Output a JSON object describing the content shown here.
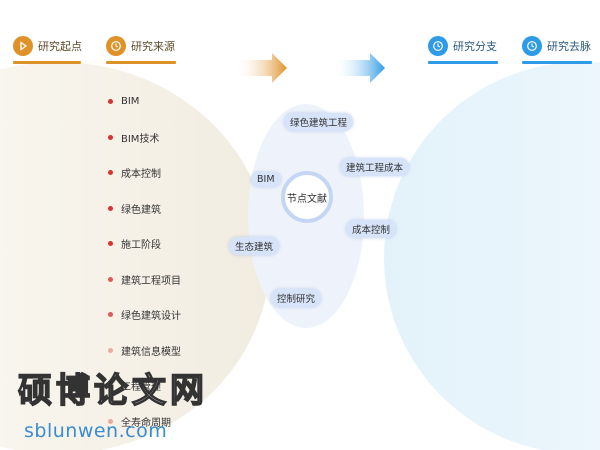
{
  "colors": {
    "orange": "#e0922a",
    "blue": "#2e9be6",
    "pill_bg": "#d6e3f8",
    "left_blob": "#f4efe3",
    "right_blob": "#e6f4fb",
    "dot_strong": "#d9322f",
    "dot_mid": "#e05a55",
    "dot_light": "#eda8a0"
  },
  "headers": {
    "origin": {
      "label": "研究起点",
      "icon": "play-triangle-icon"
    },
    "source": {
      "label": "研究来源",
      "icon": "clock-icon"
    },
    "branch": {
      "label": "研究分支",
      "icon": "clock-icon"
    },
    "lineage": {
      "label": "研究去脉",
      "icon": "clock-icon"
    }
  },
  "sources": [
    {
      "label": "BIM",
      "shade": "strong"
    },
    {
      "label": "BIM技术",
      "shade": "strong"
    },
    {
      "label": "成本控制",
      "shade": "strong"
    },
    {
      "label": "绿色建筑",
      "shade": "strong"
    },
    {
      "label": "施工阶段",
      "shade": "strong"
    },
    {
      "label": "建筑工程项目",
      "shade": "mid"
    },
    {
      "label": "绿色建筑设计",
      "shade": "mid"
    },
    {
      "label": "建筑信息模型",
      "shade": "light"
    },
    {
      "label": "工程管理",
      "shade": "light"
    },
    {
      "label": "全寿命周期",
      "shade": "light"
    }
  ],
  "network": {
    "center": "节点文献",
    "nodes": [
      {
        "id": "green-eng",
        "label": "绿色建筑工程"
      },
      {
        "id": "eng-cost",
        "label": "建筑工程成本"
      },
      {
        "id": "bim",
        "label": "BIM"
      },
      {
        "id": "cost-ctrl",
        "label": "成本控制"
      },
      {
        "id": "eco",
        "label": "生态建筑"
      },
      {
        "id": "ctrl-research",
        "label": "控制研究"
      }
    ]
  },
  "watermark": {
    "main": "硕博论文网",
    "sub": "sblunwen.com"
  }
}
